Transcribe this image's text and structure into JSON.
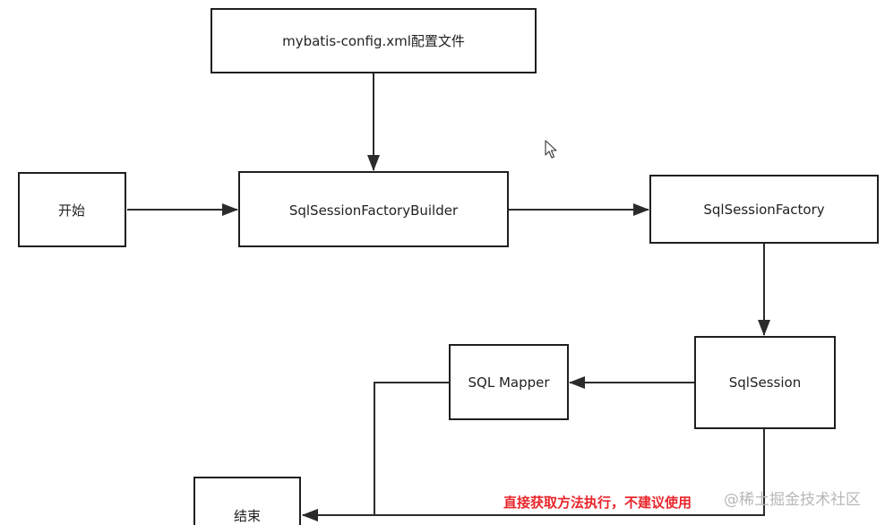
{
  "nodes": {
    "config_file": {
      "label": "mybatis-config.xml配置文件"
    },
    "start": {
      "label": "开始"
    },
    "builder": {
      "label": "SqlSessionFactoryBuilder"
    },
    "factory": {
      "label": "SqlSessionFactory"
    },
    "session": {
      "label": "SqlSession"
    },
    "mapper": {
      "label": "SQL Mapper"
    },
    "end": {
      "label": "结束"
    }
  },
  "annotation": {
    "text": "直接获取方法执行，不建议使用"
  },
  "watermark": {
    "text": "@稀土掘金技术社区"
  },
  "colors": {
    "annotation": "#e8262b",
    "stroke": "#1f1f1f",
    "watermark": "#b8b8b8"
  },
  "icons": {
    "cursor": "mouse-pointer-icon"
  }
}
